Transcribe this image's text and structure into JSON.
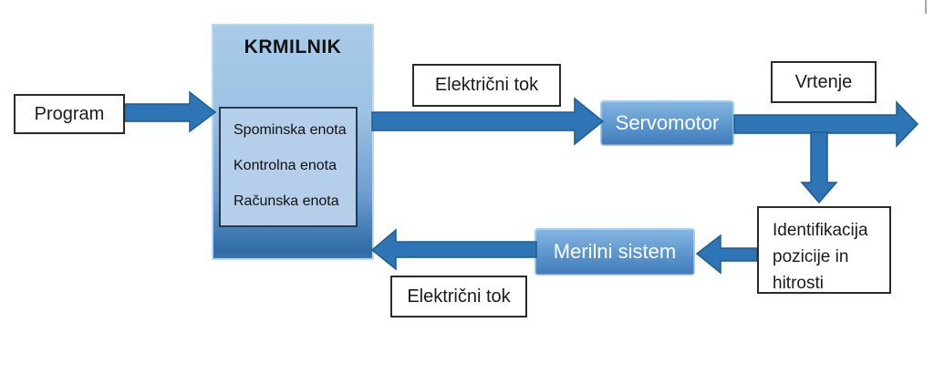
{
  "diagram": {
    "description": "Servo control system block diagram",
    "nodes": {
      "program": {
        "label": "Program"
      },
      "krmilnik": {
        "title": "KRMILNIK",
        "units": [
          "Spominska enota",
          "Kontrolna enota",
          "Računska enota"
        ]
      },
      "elektricni_tok_top": {
        "label": "Električni tok"
      },
      "servomotor": {
        "label": "Servomotor"
      },
      "vrtenje": {
        "label": "Vrtenje"
      },
      "identifikacija": {
        "lines": [
          "Identifikacija",
          "pozicije in",
          "hitrosti"
        ]
      },
      "merilni_sistem": {
        "label": "Merilni sistem"
      },
      "elektricni_tok_bottom": {
        "label": "Električni tok"
      }
    },
    "arrows": [
      {
        "from": "program",
        "to": "krmilnik",
        "direction": "right"
      },
      {
        "from": "krmilnik",
        "to": "servomotor",
        "direction": "right"
      },
      {
        "from": "servomotor",
        "to": "output",
        "direction": "right"
      },
      {
        "from": "servomotor-output",
        "to": "identifikacija",
        "direction": "down"
      },
      {
        "from": "identifikacija",
        "to": "merilni_sistem",
        "direction": "left"
      },
      {
        "from": "merilni_sistem",
        "to": "krmilnik",
        "direction": "left"
      }
    ],
    "colors": {
      "arrow_fill": "#2e75b6",
      "arrow_stroke": "#1f5c8f",
      "krmilnik_top": "#a9cbe9",
      "krmilnik_bottom": "#2e6ba6",
      "inner_unit_fill": "#b5cfea",
      "node_gradient_top": "#85b6e2",
      "node_gradient_bottom": "#3e7cb9",
      "box_border": "#2b2b2b"
    }
  }
}
